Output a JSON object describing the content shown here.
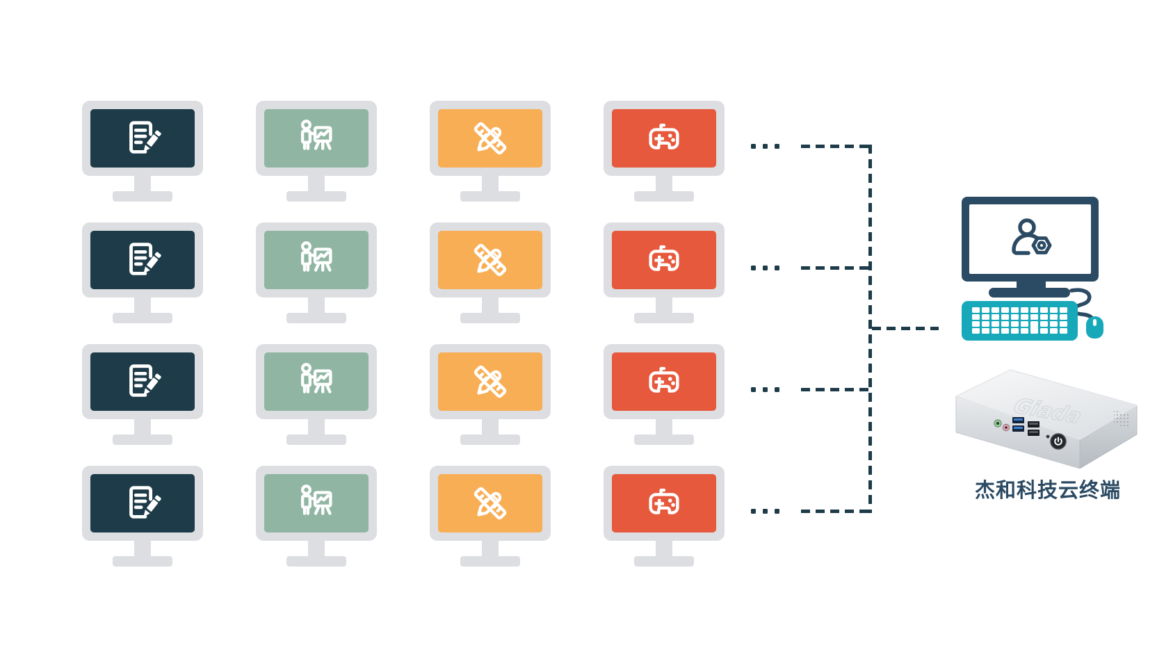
{
  "terminal": {
    "label": "杰和科技云终端",
    "device_logo": "Giada"
  },
  "grid": {
    "rows": 4,
    "ellipsis": "...",
    "columns": [
      {
        "id": "document",
        "icon": "document-edit-icon",
        "screen_color": "#1d3b48"
      },
      {
        "id": "presentation",
        "icon": "presentation-chart-icon",
        "screen_color": "#90b6a3"
      },
      {
        "id": "design",
        "icon": "ruler-pencil-icon",
        "screen_color": "#f8ae55"
      },
      {
        "id": "gaming",
        "icon": "gamepad-icon",
        "screen_color": "#e6593c"
      }
    ]
  },
  "workstation": {
    "icon": "user-settings-icon"
  },
  "colors": {
    "ink": "#2b4a63",
    "dash": "#1d3b48",
    "bezel": "#dcdee1",
    "teal": "#17a9ba",
    "screen_white": "#ffffff",
    "background": "#ffffff"
  }
}
